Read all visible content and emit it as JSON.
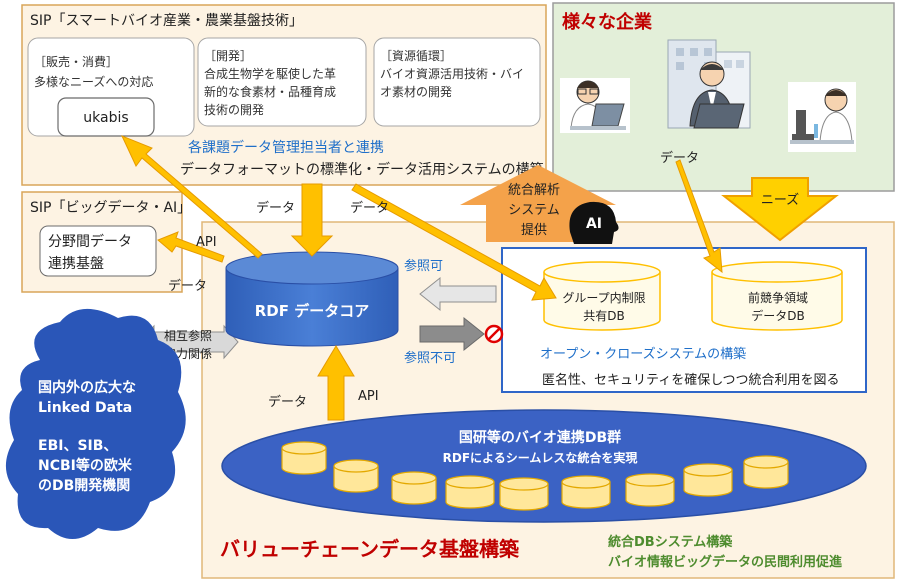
{
  "colors": {
    "panel_fill": "#fdf3e3",
    "panel_border": "#d9a559",
    "companies_fill": "#e3efd9",
    "companies_title": "#c00000",
    "blue_text": "#1f4fa3",
    "blue_box": "#2f66c8",
    "cylinder_fill": "#3b6fc9",
    "cylinder_top": "#5b8ad6",
    "ellipse_fill": "#3b62c4",
    "db_yellow": "#ffe79a",
    "arrow_yellow": "#ffbf00",
    "arrow_orange": "#f4a24a",
    "green_text": "#4e8c2e",
    "red_title": "#c00000",
    "cloud_fill": "#2a56b8",
    "gray_arrow": "#b4b4b4"
  },
  "sip_smart": {
    "title": "SIP「スマートバイオ産業・農業基盤技術」",
    "box_sales": {
      "line1": "［販売・消費］",
      "line2": "多様なニーズへの対応"
    },
    "ukabis": "ukabis",
    "box_dev": {
      "line1": "［開発］",
      "line2": "合成生物学を駆使した革",
      "line3": "新的な食素材・品種育成",
      "line4": "技術の開発"
    },
    "box_resource": {
      "line1": "［資源循環］",
      "line2": "バイオ資源活用技術・バイ",
      "line3": "オ素材の開発"
    },
    "collab": "各課題データ管理担当者と連携",
    "standardize": "データフォーマットの標準化・データ活用システムの構築"
  },
  "companies": {
    "title": "様々な企業",
    "data_label": "データ",
    "icons": [
      "researcher-at-laptop-icon",
      "office-building-businessman-icon",
      "lab-scientist-microscope-icon"
    ]
  },
  "sip_bigdata": {
    "title": "SIP「ビッグデータ・AI」",
    "box_line1": "分野間データ",
    "box_line2": "連携基盤"
  },
  "arrows": {
    "data_1": "データ",
    "data_2": "データ",
    "api_1": "API",
    "data_3": "データ",
    "data_4": "データ",
    "api_2": "API",
    "integrated_1": "統合解析",
    "integrated_2": "システム",
    "integrated_3": "提供",
    "ai": "AI",
    "needs": "ニーズ",
    "mutual_1": "相互参照",
    "mutual_2": "協力関係",
    "ref_ok": "参照可",
    "ref_ng": "参照不可"
  },
  "rdf_core": "RDF データコア",
  "open_close": {
    "db_group_1": "グループ内制限",
    "db_group_2": "共有DB",
    "db_pre_1": "前競争領域",
    "db_pre_2": "データDB",
    "title": "オープン・クローズシステムの構築",
    "subtitle": "匿名性、セキュリティを確保しつつ統合利用を図る"
  },
  "cloud": {
    "line1": "国内外の広大な",
    "line2": "Linked Data",
    "line3": "EBI、SIB、",
    "line4": "NCBI等の欧米",
    "line5": "のDB開発機関"
  },
  "bio_db": {
    "line1": "国研等のバイオ連携DB群",
    "line2": "RDFによるシームレスな統合を実現"
  },
  "footer": {
    "value_chain": "バリューチェーンデータ基盤構築",
    "green_1": "統合DBシステム構築",
    "green_2": "バイオ情報ビッグデータの民間利用促進"
  }
}
